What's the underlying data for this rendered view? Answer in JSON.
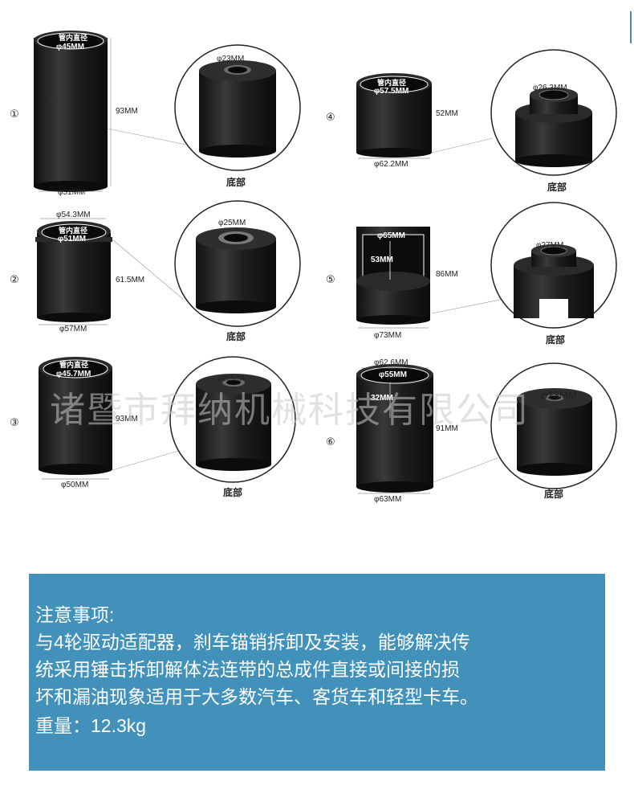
{
  "products": [
    {
      "num": "①",
      "inner_title": "管内直径",
      "inner_dia": "φ45MM",
      "height": "93MM",
      "bottom_dia": "φ51MM",
      "hole": "φ23MM",
      "detail": "底部"
    },
    {
      "num": "②",
      "outer_top": "φ54.3MM",
      "inner_title": "管内直径",
      "inner_dia": "φ51MM",
      "height": "61.5MM",
      "bottom_dia": "φ57MM",
      "hole": "φ25MM",
      "detail": "底部"
    },
    {
      "num": "③",
      "inner_title": "管内直径",
      "inner_dia": "φ45.7MM",
      "height": "93MM",
      "bottom_dia": "φ50MM",
      "hole": "φ23MM",
      "detail": "底部"
    },
    {
      "num": "④",
      "inner_title": "管内直径",
      "inner_dia": "φ57.5MM",
      "height": "52MM",
      "bottom_dia": "φ62.2MM",
      "hole": "φ26.3MM",
      "detail": "底部"
    },
    {
      "num": "⑤",
      "inner_dia": "φ65MM",
      "slot": "53MM",
      "height": "86MM",
      "bottom_dia": "φ73MM",
      "hole": "φ27MM",
      "detail": "底部"
    },
    {
      "num": "⑥",
      "outer_top": "φ62.6MM",
      "inner_dia": "φ55MM",
      "slot": "32MM",
      "height": "91MM",
      "bottom_dia": "φ63MM",
      "hole": "φ23MM",
      "detail": "底部"
    }
  ],
  "watermark": "诸暨市拜纳机械科技有限公司",
  "notice": {
    "line1": "注意事项:",
    "line2": "与4轮驱动适配器，刹车锚销拆卸及安装，能够解决传",
    "line3": "统采用锤击拆卸解体法连带的总成件直接或间接的损",
    "line4": "坏和漏油现象适用于大多数汽车、客货车和轻型卡车。",
    "line5": "重量：12.3kg"
  },
  "colors": {
    "notice_bg": "#4291ba",
    "accent": "#3f8fb7",
    "product": "#1a1a1a"
  }
}
